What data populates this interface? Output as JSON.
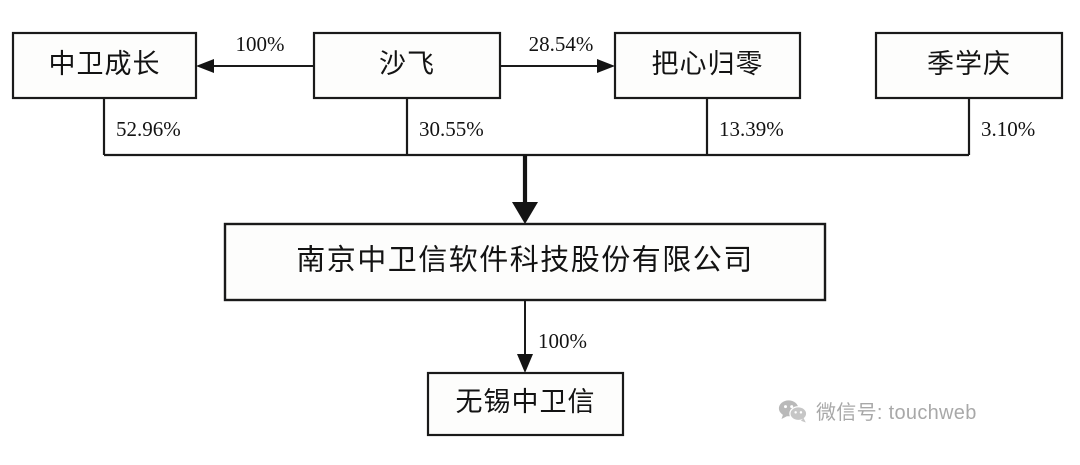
{
  "diagram": {
    "type": "ownership-structure-chart",
    "title": "",
    "background_color": "#ffffff",
    "line_color": "#1a1a1a",
    "text_color": "#131313",
    "nodes": [
      {
        "id": "zhongweichengzhang",
        "label": "中卫成长",
        "row": "top"
      },
      {
        "id": "shafei",
        "label": "沙飞",
        "row": "top"
      },
      {
        "id": "baxinguiling",
        "label": "把心归零",
        "row": "top"
      },
      {
        "id": "jixueqing",
        "label": "季学庆",
        "row": "top"
      },
      {
        "id": "nanjing-zhongweixin",
        "label": "南京中卫信软件科技股份有限公司",
        "row": "middle"
      },
      {
        "id": "wuxi-zhongweixin",
        "label": "无锡中卫信",
        "row": "bottom"
      }
    ],
    "edges": [
      {
        "from": "shafei",
        "to": "zhongweichengzhang",
        "label": "100%",
        "direction": "left"
      },
      {
        "from": "shafei",
        "to": "baxinguiling",
        "label": "28.54%",
        "direction": "right"
      },
      {
        "from": "zhongweichengzhang",
        "to": "nanjing-zhongweixin",
        "label": "52.96%",
        "direction": "down"
      },
      {
        "from": "shafei",
        "to": "nanjing-zhongweixin",
        "label": "30.55%",
        "direction": "down"
      },
      {
        "from": "baxinguiling",
        "to": "nanjing-zhongweixin",
        "label": "13.39%",
        "direction": "down"
      },
      {
        "from": "jixueqing",
        "to": "nanjing-zhongweixin",
        "label": "3.10%",
        "direction": "down"
      },
      {
        "from": "nanjing-zhongweixin",
        "to": "wuxi-zhongweixin",
        "label": "100%",
        "direction": "down"
      }
    ]
  },
  "watermark": {
    "text": "微信号: touchweb",
    "icon": "wechat-icon"
  }
}
